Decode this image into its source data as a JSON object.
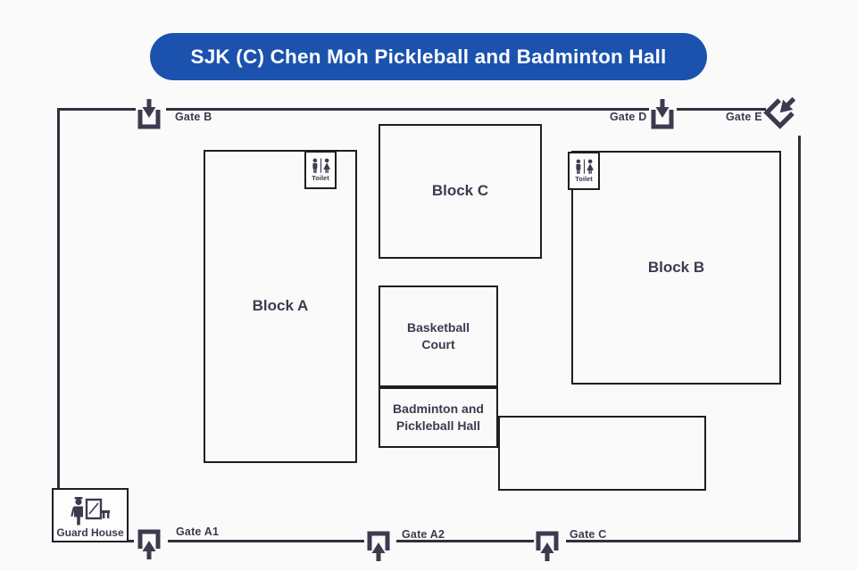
{
  "title": "SJK (C) Chen Moh Pickleball and Badminton Hall",
  "colors": {
    "banner": "#1a52ae",
    "ink": "#3b3b4f",
    "wall": "#30303c",
    "block_border": "#1e1e1e",
    "background": "#fafafa"
  },
  "gates": {
    "b": {
      "label": "Gate B"
    },
    "d": {
      "label": "Gate D"
    },
    "e": {
      "label": "Gate E"
    },
    "a1": {
      "label": "Gate A1"
    },
    "a2": {
      "label": "Gate A2"
    },
    "c": {
      "label": "Gate C"
    }
  },
  "buildings": {
    "block_a": {
      "label": "Block A"
    },
    "block_b": {
      "label": "Block B"
    },
    "block_c": {
      "label": "Block C"
    },
    "basketball_court": {
      "label": "Basketball Court"
    },
    "badminton_hall": {
      "label": "Badminton and Pickleball Hall"
    }
  },
  "facilities": {
    "toilet": {
      "label": "Toilet"
    },
    "guard_house": {
      "label": "Guard House"
    }
  }
}
